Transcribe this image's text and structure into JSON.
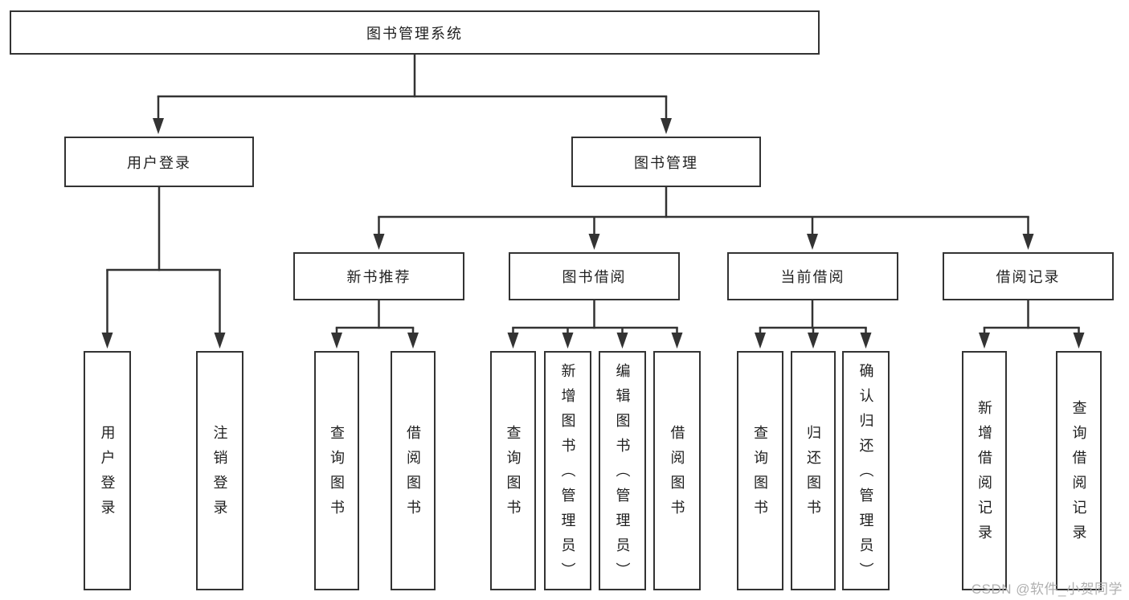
{
  "diagram": {
    "title": "图书管理系统",
    "branches": [
      {
        "label": "用户登录",
        "children": [
          {
            "label": "用户登录"
          },
          {
            "label": "注销登录"
          }
        ]
      },
      {
        "label": "图书管理",
        "children": [
          {
            "label": "新书推荐",
            "children": [
              {
                "label": "查询图书"
              },
              {
                "label": "借阅图书"
              }
            ]
          },
          {
            "label": "图书借阅",
            "children": [
              {
                "label": "查询图书"
              },
              {
                "label": "新增图书（管理员）"
              },
              {
                "label": "编辑图书（管理员）"
              },
              {
                "label": "借阅图书"
              }
            ]
          },
          {
            "label": "当前借阅",
            "children": [
              {
                "label": "查询图书"
              },
              {
                "label": "归还图书"
              },
              {
                "label": "确认归还（管理员）"
              }
            ]
          },
          {
            "label": "借阅记录",
            "children": [
              {
                "label": "新增借阅记录"
              },
              {
                "label": "查询借阅记录"
              }
            ]
          }
        ]
      }
    ]
  },
  "watermark": "CSDN @软件_小贺同学",
  "colors": {
    "line": "#333333",
    "box_border": "#333333",
    "text": "#1f1f1f",
    "watermark": "#b0b0b0",
    "background": "#ffffff"
  }
}
